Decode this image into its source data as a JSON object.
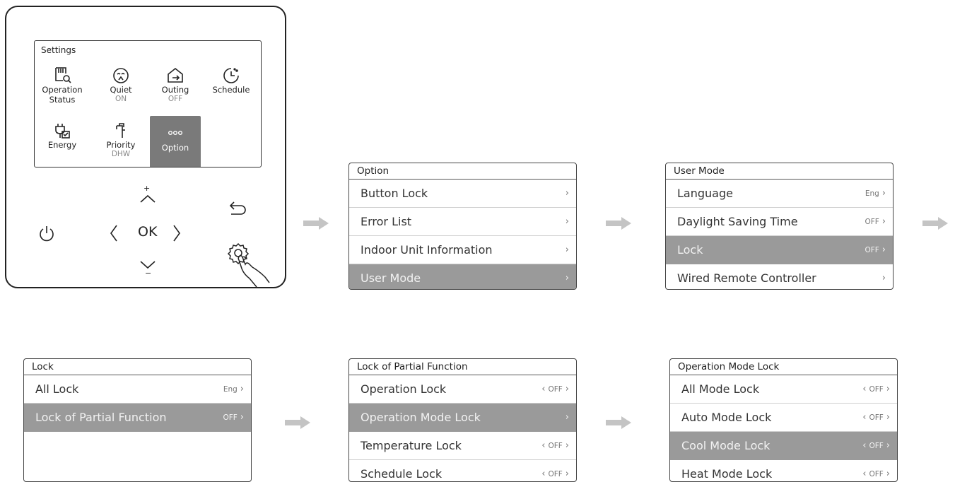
{
  "device": {
    "screen_title": "Settings",
    "tiles": [
      {
        "label": "Operation\nStatus",
        "sub": "",
        "icon": "operation-status-icon"
      },
      {
        "label": "Quiet",
        "sub": "ON",
        "icon": "quiet-icon"
      },
      {
        "label": "Outing",
        "sub": "OFF",
        "icon": "outing-icon"
      },
      {
        "label": "Schedule",
        "sub": "",
        "icon": "schedule-icon"
      },
      {
        "label": "Energy",
        "sub": "",
        "icon": "energy-icon"
      },
      {
        "label": "Priority",
        "sub": "DHW",
        "icon": "priority-icon"
      },
      {
        "label": "Option",
        "sub": "",
        "icon": "option-icon"
      }
    ],
    "keys": {
      "ok": "OK",
      "plus": "+",
      "minus": "−",
      "left": "〈",
      "right": "〉"
    }
  },
  "panels": [
    {
      "title": "Option",
      "rows": [
        {
          "label": "Button Lock",
          "value": "",
          "left": false,
          "selected": false
        },
        {
          "label": "Error List",
          "value": "",
          "left": false,
          "selected": false
        },
        {
          "label": "Indoor Unit Information",
          "value": "",
          "left": false,
          "selected": false
        },
        {
          "label": "User Mode",
          "value": "",
          "left": false,
          "selected": true
        }
      ]
    },
    {
      "title": "User Mode",
      "rows": [
        {
          "label": "Language",
          "value": "Eng",
          "left": false,
          "selected": false
        },
        {
          "label": "Daylight Saving Time",
          "value": "OFF",
          "left": false,
          "selected": false
        },
        {
          "label": "Lock",
          "value": "OFF",
          "left": false,
          "selected": true
        },
        {
          "label": "Wired Remote Controller",
          "value": "",
          "left": false,
          "selected": false
        }
      ]
    },
    {
      "title": "Lock",
      "rows": [
        {
          "label": "All Lock",
          "value": "Eng",
          "left": false,
          "selected": false
        },
        {
          "label": "Lock of Partial Function",
          "value": "OFF",
          "left": false,
          "selected": true
        }
      ]
    },
    {
      "title": "Lock of Partial Function",
      "rows": [
        {
          "label": "Operation Lock",
          "value": "OFF",
          "left": true,
          "selected": false
        },
        {
          "label": "Operation Mode Lock",
          "value": "",
          "left": false,
          "selected": true
        },
        {
          "label": "Temperature Lock",
          "value": "OFF",
          "left": true,
          "selected": false
        },
        {
          "label": "Schedule Lock",
          "value": "OFF",
          "left": true,
          "selected": false
        }
      ]
    },
    {
      "title": "Operation Mode Lock",
      "rows": [
        {
          "label": "All Mode Lock",
          "value": "OFF",
          "left": true,
          "selected": false
        },
        {
          "label": "Auto Mode Lock",
          "value": "OFF",
          "left": true,
          "selected": false
        },
        {
          "label": "Cool Mode Lock",
          "value": "OFF",
          "left": true,
          "selected": true
        },
        {
          "label": "Heat Mode Lock",
          "value": "OFF",
          "left": true,
          "selected": false
        }
      ]
    }
  ],
  "colors": {
    "arrow": "#c4c4c4",
    "selected_row": "#9a9a9a",
    "selected_tile": "#7a7a7a"
  }
}
